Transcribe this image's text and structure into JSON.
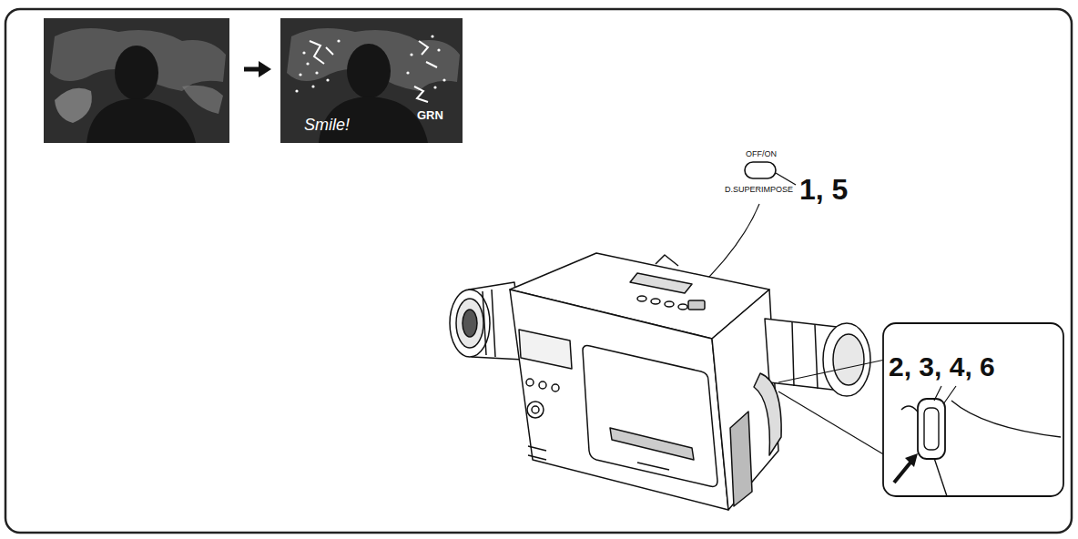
{
  "diagram": {
    "labels": [
      "Smile!",
      "GRN",
      "OFF/ON",
      "D.SUPERIMPOSE",
      "1, 5",
      "2, 3, 4, 6"
    ]
  }
}
